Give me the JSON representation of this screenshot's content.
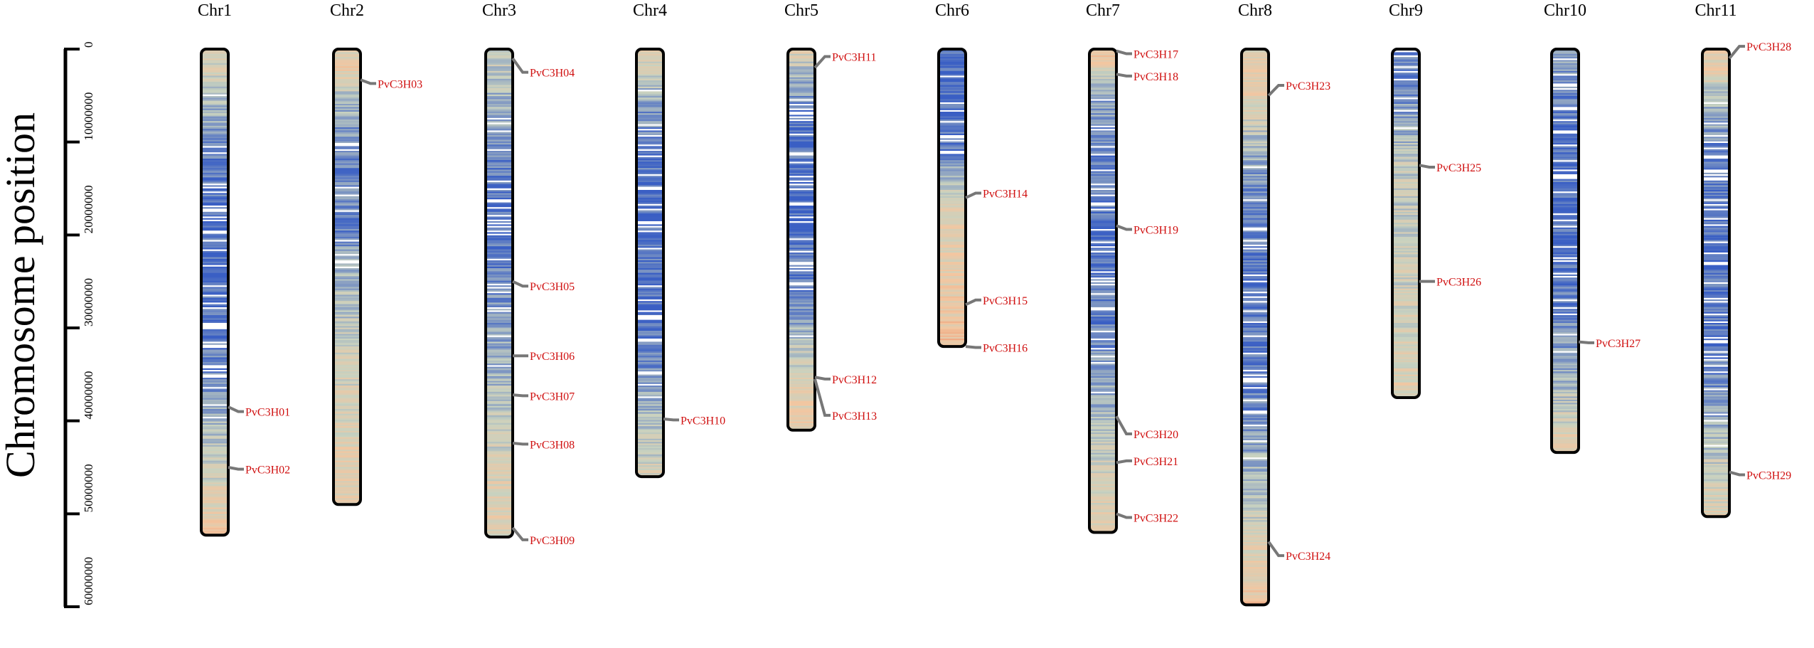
{
  "axis": {
    "label": "Chromosome position",
    "ticks": [
      0,
      10000000,
      20000000,
      30000000,
      40000000,
      50000000,
      60000000
    ],
    "max": 60000000
  },
  "colors": {
    "density_low": "#3a5fc4",
    "density_mid": "#c8d2c0",
    "density_high": "#f3c6a0",
    "density_peak": "#e8805a",
    "label": "#d01010",
    "leader": "#777777",
    "outline": "#000000"
  },
  "chromosomes": [
    {
      "name": "Chr1",
      "length": 52300000,
      "profile": [
        [
          0,
          0.52
        ],
        [
          0.05,
          0.45
        ],
        [
          0.12,
          0.3
        ],
        [
          0.2,
          0.12
        ],
        [
          0.3,
          0.08
        ],
        [
          0.45,
          0.06
        ],
        [
          0.6,
          0.1
        ],
        [
          0.7,
          0.18
        ],
        [
          0.8,
          0.35
        ],
        [
          0.9,
          0.5
        ],
        [
          1,
          0.62
        ]
      ]
    },
    {
      "name": "Chr2",
      "length": 49000000,
      "profile": [
        [
          0,
          0.48
        ],
        [
          0.04,
          0.62
        ],
        [
          0.08,
          0.45
        ],
        [
          0.15,
          0.22
        ],
        [
          0.25,
          0.12
        ],
        [
          0.4,
          0.15
        ],
        [
          0.5,
          0.28
        ],
        [
          0.6,
          0.4
        ],
        [
          0.75,
          0.48
        ],
        [
          0.9,
          0.55
        ],
        [
          1,
          0.58
        ]
      ]
    },
    {
      "name": "Chr3",
      "length": 52500000,
      "profile": [
        [
          0,
          0.45
        ],
        [
          0.1,
          0.3
        ],
        [
          0.2,
          0.15
        ],
        [
          0.3,
          0.06
        ],
        [
          0.42,
          0.08
        ],
        [
          0.5,
          0.18
        ],
        [
          0.6,
          0.25
        ],
        [
          0.7,
          0.35
        ],
        [
          0.82,
          0.45
        ],
        [
          0.92,
          0.55
        ],
        [
          1,
          0.52
        ]
      ]
    },
    {
      "name": "Chr4",
      "length": 46000000,
      "profile": [
        [
          0,
          0.55
        ],
        [
          0.05,
          0.4
        ],
        [
          0.15,
          0.18
        ],
        [
          0.3,
          0.08
        ],
        [
          0.45,
          0.06
        ],
        [
          0.6,
          0.07
        ],
        [
          0.72,
          0.12
        ],
        [
          0.82,
          0.25
        ],
        [
          0.92,
          0.38
        ],
        [
          1,
          0.48
        ]
      ]
    },
    {
      "name": "Chr5",
      "length": 41000000,
      "profile": [
        [
          0,
          0.52
        ],
        [
          0.06,
          0.35
        ],
        [
          0.15,
          0.12
        ],
        [
          0.3,
          0.06
        ],
        [
          0.45,
          0.05
        ],
        [
          0.6,
          0.1
        ],
        [
          0.7,
          0.22
        ],
        [
          0.8,
          0.4
        ],
        [
          0.9,
          0.55
        ],
        [
          1,
          0.62
        ]
      ]
    },
    {
      "name": "Chr6",
      "length": 32000000,
      "profile": [
        [
          0,
          0.05
        ],
        [
          0.2,
          0.04
        ],
        [
          0.35,
          0.1
        ],
        [
          0.45,
          0.4
        ],
        [
          0.55,
          0.55
        ],
        [
          0.7,
          0.58
        ],
        [
          0.85,
          0.62
        ],
        [
          0.95,
          0.7
        ],
        [
          1,
          0.75
        ]
      ]
    },
    {
      "name": "Chr7",
      "length": 52000000,
      "profile": [
        [
          0,
          0.7
        ],
        [
          0.04,
          0.5
        ],
        [
          0.1,
          0.25
        ],
        [
          0.25,
          0.1
        ],
        [
          0.4,
          0.06
        ],
        [
          0.55,
          0.1
        ],
        [
          0.65,
          0.2
        ],
        [
          0.75,
          0.32
        ],
        [
          0.85,
          0.42
        ],
        [
          0.95,
          0.52
        ],
        [
          1,
          0.55
        ]
      ]
    },
    {
      "name": "Chr8",
      "length": 59800000,
      "profile": [
        [
          0,
          0.58
        ],
        [
          0.06,
          0.6
        ],
        [
          0.12,
          0.45
        ],
        [
          0.2,
          0.25
        ],
        [
          0.3,
          0.12
        ],
        [
          0.45,
          0.06
        ],
        [
          0.6,
          0.1
        ],
        [
          0.7,
          0.22
        ],
        [
          0.8,
          0.38
        ],
        [
          0.9,
          0.52
        ],
        [
          1,
          0.68
        ]
      ]
    },
    {
      "name": "Chr9",
      "length": 37500000,
      "profile": [
        [
          0,
          0.15
        ],
        [
          0.08,
          0.08
        ],
        [
          0.15,
          0.18
        ],
        [
          0.3,
          0.38
        ],
        [
          0.5,
          0.42
        ],
        [
          0.7,
          0.45
        ],
        [
          0.85,
          0.5
        ],
        [
          1,
          0.55
        ]
      ]
    },
    {
      "name": "Chr10",
      "length": 43400000,
      "profile": [
        [
          0,
          0.25
        ],
        [
          0.1,
          0.12
        ],
        [
          0.2,
          0.06
        ],
        [
          0.35,
          0.05
        ],
        [
          0.5,
          0.06
        ],
        [
          0.65,
          0.12
        ],
        [
          0.78,
          0.25
        ],
        [
          0.88,
          0.4
        ],
        [
          1,
          0.58
        ]
      ]
    },
    {
      "name": "Chr11",
      "length": 50300000,
      "profile": [
        [
          0,
          0.6
        ],
        [
          0.05,
          0.55
        ],
        [
          0.1,
          0.35
        ],
        [
          0.2,
          0.15
        ],
        [
          0.35,
          0.06
        ],
        [
          0.5,
          0.07
        ],
        [
          0.65,
          0.1
        ],
        [
          0.78,
          0.22
        ],
        [
          0.88,
          0.4
        ],
        [
          0.95,
          0.52
        ],
        [
          1,
          0.5
        ]
      ]
    }
  ],
  "genes": [
    {
      "name": "PvC3H01",
      "chr": "Chr1",
      "pos": 38500000,
      "label_pos": 39000000
    },
    {
      "name": "PvC3H02",
      "chr": "Chr1",
      "pos": 45000000,
      "label_pos": 45200000
    },
    {
      "name": "PvC3H03",
      "chr": "Chr2",
      "pos": 3300000,
      "label_pos": 3700000
    },
    {
      "name": "PvC3H04",
      "chr": "Chr3",
      "pos": 1000000,
      "label_pos": 2500000
    },
    {
      "name": "PvC3H05",
      "chr": "Chr3",
      "pos": 25000000,
      "label_pos": 25500000
    },
    {
      "name": "PvC3H06",
      "chr": "Chr3",
      "pos": 33000000,
      "label_pos": 33000000
    },
    {
      "name": "PvC3H07",
      "chr": "Chr3",
      "pos": 37200000,
      "label_pos": 37300000
    },
    {
      "name": "PvC3H08",
      "chr": "Chr3",
      "pos": 42400000,
      "label_pos": 42500000
    },
    {
      "name": "PvC3H09",
      "chr": "Chr3",
      "pos": 51500000,
      "label_pos": 52800000
    },
    {
      "name": "PvC3H10",
      "chr": "Chr4",
      "pos": 39800000,
      "label_pos": 39900000
    },
    {
      "name": "PvC3H11",
      "chr": "Chr5",
      "pos": 2000000,
      "label_pos": 800000
    },
    {
      "name": "PvC3H12",
      "chr": "Chr5",
      "pos": 35300000,
      "label_pos": 35500000
    },
    {
      "name": "PvC3H13",
      "chr": "Chr5",
      "pos": 35500000,
      "label_pos": 39400000
    },
    {
      "name": "PvC3H14",
      "chr": "Chr6",
      "pos": 16000000,
      "label_pos": 15500000
    },
    {
      "name": "PvC3H15",
      "chr": "Chr6",
      "pos": 27500000,
      "label_pos": 27000000
    },
    {
      "name": "PvC3H16",
      "chr": "Chr6",
      "pos": 32000000,
      "label_pos": 32100000
    },
    {
      "name": "PvC3H17",
      "chr": "Chr7",
      "pos": 200000,
      "label_pos": 500000
    },
    {
      "name": "PvC3H18",
      "chr": "Chr7",
      "pos": 2700000,
      "label_pos": 2900000
    },
    {
      "name": "PvC3H19",
      "chr": "Chr7",
      "pos": 19000000,
      "label_pos": 19400000
    },
    {
      "name": "PvC3H20",
      "chr": "Chr7",
      "pos": 39500000,
      "label_pos": 41400000
    },
    {
      "name": "PvC3H21",
      "chr": "Chr7",
      "pos": 44500000,
      "label_pos": 44300000
    },
    {
      "name": "PvC3H22",
      "chr": "Chr7",
      "pos": 50000000,
      "label_pos": 50400000
    },
    {
      "name": "PvC3H23",
      "chr": "Chr8",
      "pos": 5000000,
      "label_pos": 3900000
    },
    {
      "name": "PvC3H24",
      "chr": "Chr8",
      "pos": 53000000,
      "label_pos": 54500000
    },
    {
      "name": "PvC3H25",
      "chr": "Chr9",
      "pos": 12500000,
      "label_pos": 12700000
    },
    {
      "name": "PvC3H26",
      "chr": "Chr9",
      "pos": 25000000,
      "label_pos": 25000000
    },
    {
      "name": "PvC3H27",
      "chr": "Chr10",
      "pos": 31500000,
      "label_pos": 31600000
    },
    {
      "name": "PvC3H28",
      "chr": "Chr11",
      "pos": 1000000,
      "label_pos": -300000
    },
    {
      "name": "PvC3H29",
      "chr": "Chr11",
      "pos": 45500000,
      "label_pos": 45800000
    }
  ]
}
